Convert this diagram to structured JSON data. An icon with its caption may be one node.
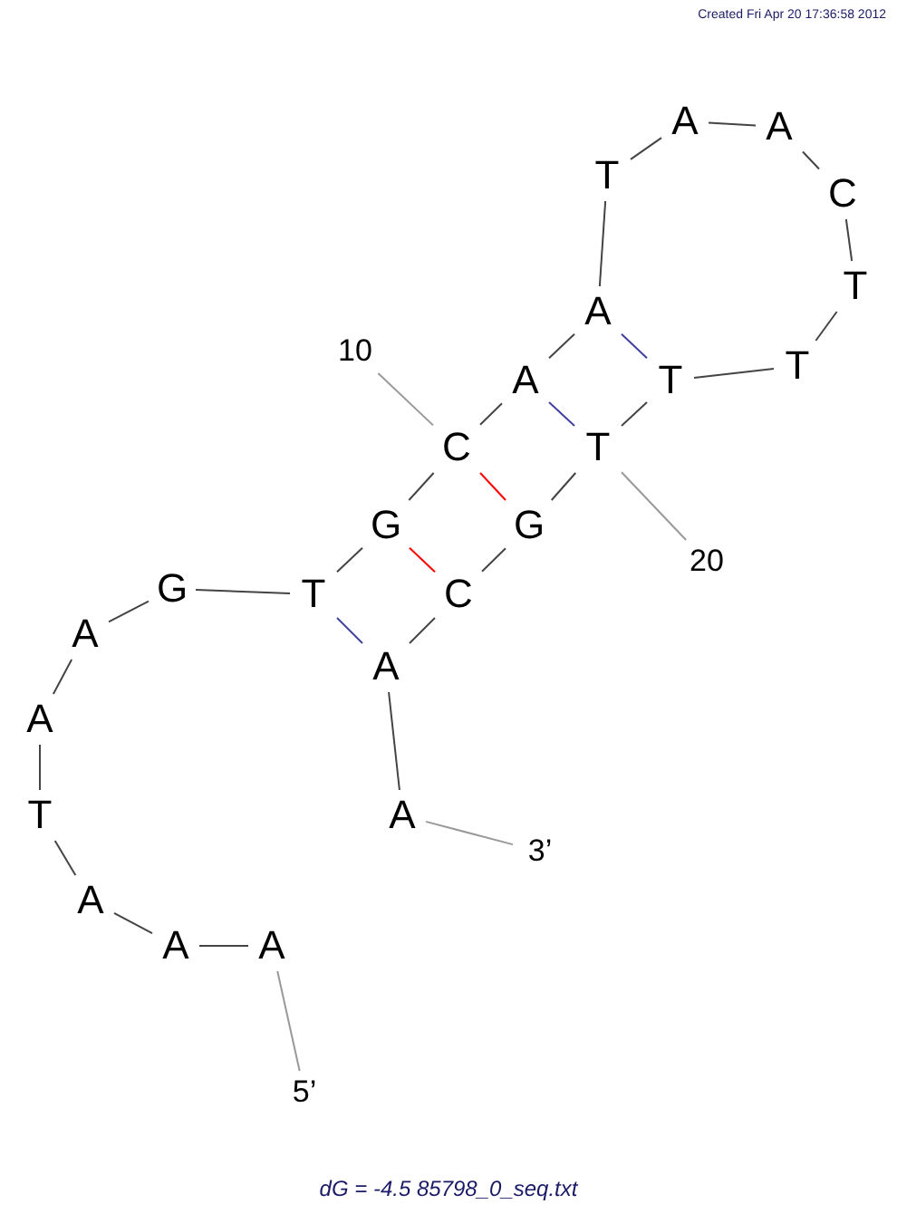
{
  "diagram": {
    "caption": "dG = -4.5 85798_0_seq.txt",
    "nodes": [
      {
        "text": [
          "A"
        ]
      },
      {
        "text": [
          "A"
        ]
      },
      {
        "text": [
          "A"
        ]
      },
      {
        "text": [
          "T"
        ]
      },
      {
        "text": [
          "A"
        ]
      },
      {
        "text": [
          "A"
        ]
      },
      {
        "text": [
          "G"
        ]
      },
      {
        "text": [
          "T"
        ]
      },
      {
        "text": [
          "G"
        ]
      },
      {
        "text": [
          "C"
        ]
      },
      {
        "text": [
          "A"
        ]
      },
      {
        "text": [
          "A"
        ]
      },
      {
        "text": [
          "T"
        ]
      },
      {
        "text": [
          "A"
        ]
      },
      {
        "text": [
          "A"
        ]
      },
      {
        "text": [
          "C"
        ]
      },
      {
        "text": [
          "T"
        ]
      },
      {
        "text": [
          "T"
        ]
      },
      {
        "text": [
          "T"
        ]
      },
      {
        "text": [
          "T"
        ]
      },
      {
        "text": [
          "G"
        ]
      },
      {
        "text": [
          "C"
        ]
      },
      {
        "text": [
          "A"
        ]
      },
      {
        "text": [
          "A"
        ]
      },
      {
        "text": [
          "5’"
        ]
      },
      {
        "text": [
          "3’"
        ]
      },
      {
        "text": [
          "10"
        ]
      },
      {
        "text": [
          "20"
        ]
      }
    ],
    "edges": [
      {
        "from": 0,
        "to": 1,
        "arrow": "none"
      },
      {
        "from": 1,
        "to": 2,
        "arrow": "none"
      },
      {
        "from": 2,
        "to": 3,
        "arrow": "none"
      },
      {
        "from": 3,
        "to": 4,
        "arrow": "none"
      },
      {
        "from": 4,
        "to": 5,
        "arrow": "none"
      },
      {
        "from": 5,
        "to": 6,
        "arrow": "none"
      },
      {
        "from": 6,
        "to": 7,
        "arrow": "none"
      },
      {
        "from": 7,
        "to": 8,
        "arrow": "none"
      },
      {
        "from": 8,
        "to": 9,
        "arrow": "none"
      },
      {
        "from": 9,
        "to": 10,
        "arrow": "none"
      },
      {
        "from": 10,
        "to": 11,
        "arrow": "none"
      },
      {
        "from": 11,
        "to": 12,
        "arrow": "none"
      },
      {
        "from": 12,
        "to": 13,
        "arrow": "none"
      },
      {
        "from": 13,
        "to": 14,
        "arrow": "none"
      },
      {
        "from": 14,
        "to": 15,
        "arrow": "none"
      },
      {
        "from": 15,
        "to": 16,
        "arrow": "none"
      },
      {
        "from": 16,
        "to": 17,
        "arrow": "none"
      },
      {
        "from": 17,
        "to": 18,
        "arrow": "none"
      },
      {
        "from": 18,
        "to": 19,
        "arrow": "none"
      },
      {
        "from": 19,
        "to": 20,
        "arrow": "none"
      },
      {
        "from": 20,
        "to": 21,
        "arrow": "none"
      },
      {
        "from": 21,
        "to": 22,
        "arrow": "none"
      },
      {
        "from": 22,
        "to": 23,
        "arrow": "none"
      },
      {
        "from": 7,
        "to": 22,
        "arrow": "none",
        "color": "#4040a0"
      },
      {
        "from": 8,
        "to": 21,
        "arrow": "none",
        "color": "#ff0000"
      },
      {
        "from": 9,
        "to": 20,
        "arrow": "none",
        "color": "#ff0000"
      },
      {
        "from": 10,
        "to": 19,
        "arrow": "none",
        "color": "#4040a0"
      },
      {
        "from": 11,
        "to": 18,
        "arrow": "none",
        "color": "#4040a0"
      },
      {
        "from": 24,
        "to": 0,
        "arrow": "none",
        "color": "#999999"
      },
      {
        "from": 25,
        "to": 23,
        "arrow": "none",
        "color": "#999999"
      },
      {
        "from": 26,
        "to": 9,
        "arrow": "none",
        "color": "#999999"
      },
      {
        "from": 27,
        "to": 19,
        "arrow": "none",
        "color": "#999999"
      }
    ],
    "labels": [
      "Created Fri Apr 20 17:36:58 2012"
    ]
  }
}
